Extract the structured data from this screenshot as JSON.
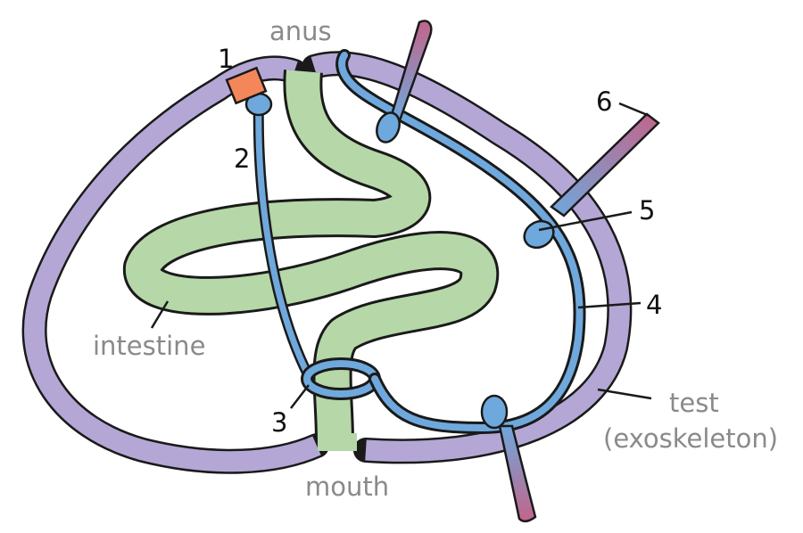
{
  "labels": {
    "anus": "anus",
    "mouth": "mouth",
    "intestine": "intestine",
    "test_line1": "test",
    "test_line2": "(exoskeleton)",
    "n1": "1",
    "n2": "2",
    "n3": "3",
    "n4": "4",
    "n5": "5",
    "n6": "6"
  },
  "colors": {
    "test": "#b4a7d6",
    "intestine": "#b6d7a8",
    "vascular": "#6fa8dc",
    "madreporite": "#f4875a",
    "tube_foot_top": "#6fa8dc",
    "tube_foot_bottom": "#c2658a",
    "outline": "#1a1a1a"
  }
}
